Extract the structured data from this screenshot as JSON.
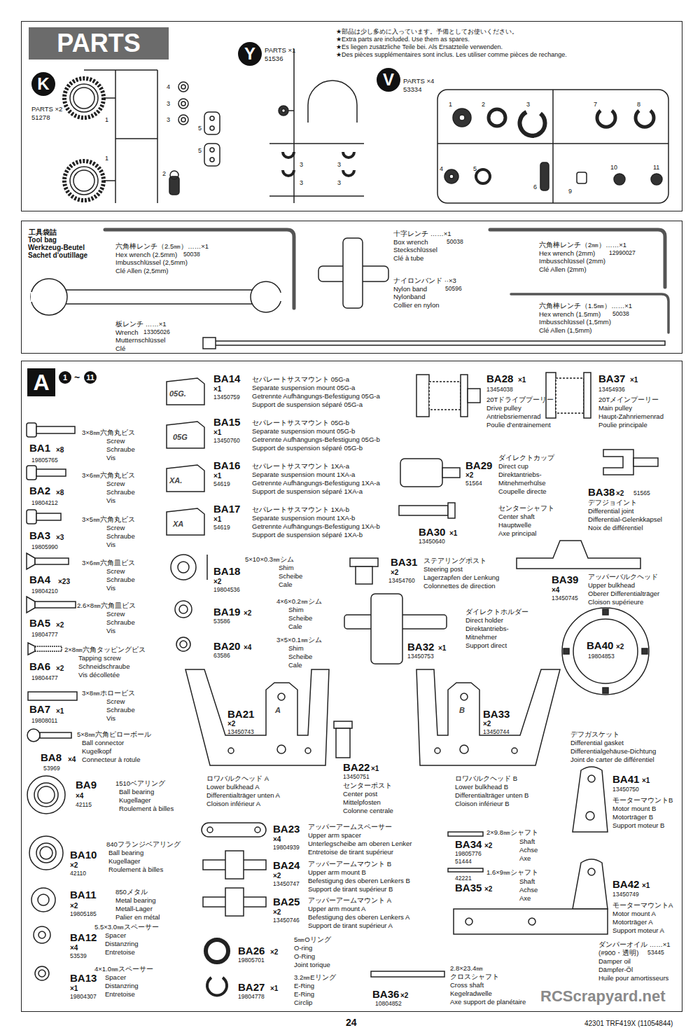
{
  "diagram": {
    "nodes": [
      {
        "text": [
          "PARTS"
        ]
      },
      {
        "text": [
          "工具袋詰"
        ]
      },
      {
        "text": [
          "A"
        ]
      }
    ],
    "labels": [
      "K",
      "PARTS ×2",
      "51278",
      "4",
      "3",
      "3",
      "1",
      "5",
      "5",
      "1",
      "2",
      "Y",
      "PARTS ×1",
      "51536",
      "3",
      "3",
      "3",
      "3",
      "★部品は少し多めに入っています。予備としてお使いください。",
      "★Extra parts are included. Use them as spares.",
      "★Es liegen zusätzliche Teile bei. Als Ersatzteile verwenden.",
      "★Des pièces supplémentaires sont inclus. Les utiliser comme pièces de rechange.",
      "V",
      "PARTS ×4",
      "53334",
      "1",
      "2",
      "3",
      "7",
      "8",
      "4",
      "5",
      "6",
      "9",
      "10",
      "11",
      "Tool bag",
      "Werkzeug-Beutel",
      "Sachet d'outillage",
      "六角棒レンチ（2.5㎜）……×1",
      "Hex wrench (2.5mm)",
      "Imbusschlüssel (2,5mm)",
      "Clé Allen (2,5mm)",
      "50038",
      "板レンチ ……×1",
      "Wrench",
      "Mutternschlüssel",
      "Clé",
      "13305026",
      "十字レンチ ……×1",
      "Box wrench",
      "Steckschlüssel",
      "Clé à tube",
      "50038",
      "ナイロンバンド ··×3",
      "Nylon band",
      "Nylonband",
      "Collier en nylon",
      "50596",
      "六角棒レンチ（2㎜）……×1",
      "Hex wrench (2mm)",
      "Imbusschlüssel (2mm)",
      "Clé Allen (2mm)",
      "12990027",
      "六角棒レンチ（1.5㎜）……×1",
      "Hex wrench (1.5mm)",
      "Imbusschlüssel (1,5mm)",
      "Clé Allen (1,5mm)",
      "50038",
      "1",
      "~",
      "11",
      "3×8㎜六角丸ビス",
      "Screw",
      "Schraube",
      "Vis",
      "BA1",
      "×8",
      "19805765",
      "3×6㎜六角丸ビス",
      "Screw",
      "Schraube",
      "Vis",
      "BA2",
      "×8",
      "19804212",
      "3×5㎜六角丸ビス",
      "Screw",
      "Schraube",
      "Vis",
      "BA3",
      "×3",
      "19805990",
      "3×6㎜六角皿ビス",
      "Screw",
      "Schraube",
      "Vis",
      "BA4",
      "×23",
      "19804210",
      "2.6×8㎜六角皿ビス",
      "Screw",
      "Schraube",
      "Vis",
      "BA5",
      "×2",
      "19804777",
      "2×8㎜六角タッピングビス",
      "Tapping screw",
      "Schneidschraube",
      "Vis décolletée",
      "BA6",
      "×2",
      "19804477",
      "3×8㎜ホロービス",
      "Screw",
      "Schraube",
      "Vis",
      "BA7",
      "×1",
      "19808011",
      "5×8㎜六角ピローボール",
      "Ball connector",
      "Kugelkopf",
      "Connecteur à rotule",
      "BA8",
      "×4",
      "53969",
      "1510ベアリング",
      "Ball bearing",
      "Kugellager",
      "Roulement à billes",
      "BA9",
      "×4",
      "42115",
      "840フランジベアリング",
      "Ball bearing",
      "Kugellager",
      "Roulement à billes",
      "BA10",
      "×2",
      "42110",
      "850メタル",
      "Metal bearing",
      "Metall-Lager",
      "Palier en métal",
      "BA11",
      "×2",
      "19805185",
      "5.5×3.0㎜スペーサー",
      "Spacer",
      "Distanzring",
      "Entretoise",
      "BA12",
      "×4",
      "53539",
      "4×1.0㎜スペーサー",
      "Spacer",
      "Distanzring",
      "Entretoise",
      "BA13",
      "×1",
      "19804307",
      "セパレートサスマウント 05G-a",
      "Separate suspension mount 05G-a",
      "Getrennte Aufhängungs-Befestigung 05G-a",
      "Support de suspension séparé 05G-a",
      "BA14",
      "×1",
      "13450759",
      "05G.",
      "セパレートサスマウント 05G-b",
      "Separate suspension mount 05G-b",
      "Getrennte Aufhängungs-Befestigung 05G-b",
      "Support de suspension séparé 05G-b",
      "BA15",
      "×1",
      "13450760",
      "05G",
      "セパレートサスマウント 1XA-a",
      "Separate suspension mount 1XA-a",
      "Getrennte Aufhängungs-Befestigung 1XA-a",
      "Support de suspension séparé 1XA-a",
      "BA16",
      "×1",
      "54619",
      "XA.",
      "セパレートサスマウント 1XA-b",
      "Separate suspension mount 1XA-b",
      "Getrennte Aufhängungs-Befestigung 1XA-b",
      "Support de suspension séparé 1XA-b",
      "BA17",
      "×1",
      "54619",
      "XA",
      "5×10×0.3㎜シム",
      "Shim",
      "Scheibe",
      "Cale",
      "BA18",
      "×2",
      "19804536",
      "4×6×0.2㎜シム",
      "Shim",
      "Scheibe",
      "Cale",
      "BA19",
      "×2",
      "53586",
      "3×5×0.1㎜シム",
      "Shim",
      "Scheibe",
      "Cale",
      "BA20",
      "×4",
      "63586",
      "ロワバルクヘッド A",
      "Lower bulkhead A",
      "Differentialträger unten A",
      "Cloison inférieur A",
      "BA21",
      "×2",
      "13450743",
      "A",
      "センターポスト",
      "Center post",
      "Mittelpfosten",
      "Colonne centrale",
      "BA22",
      "×1",
      "13450751",
      "ロワバルクヘッド B",
      "Lower bulkhead B",
      "Differentialträger unten B",
      "Cloison inférieur B",
      "BA33",
      "×2",
      "13450744",
      "B",
      "アッパーアームスペーサー",
      "Upper arm spacer",
      "Unterlegscheibe am oberen Lenker",
      "Entretoise de tirant supérieur",
      "BA23",
      "×4",
      "19804939",
      "アッパーアームマウント B",
      "Upper arm mount B",
      "Befestigung des oberen Lenkers B",
      "Support de tirant supérieur B",
      "BA24",
      "×2",
      "13450747",
      "アッパーアームマウント A",
      "Upper arm mount A",
      "Befestigung des oberen Lenkers A",
      "Support de tirant supérieur A",
      "BA25",
      "×2",
      "13450746",
      "5㎜Oリング",
      "O-ring",
      "O-Ring",
      "Joint torique",
      "BA26",
      "×2",
      "19805701",
      "3.2㎜Eリング",
      "E-Ring",
      "E-Ring",
      "Circlip",
      "BA27",
      "×1",
      "19804778",
      "20Tドライブプーリー",
      "Drive pulley",
      "Antriebsriemenrad",
      "Poulie d'entrainement",
      "BA28",
      "×1",
      "13454038",
      "ダイレクトカップ",
      "Direct cup",
      "Direktantriebs-",
      "Mitnehmerhülse",
      "Coupelle directe",
      "BA29",
      "×2",
      "51564",
      "センターシャフト",
      "Center shaft",
      "Hauptwelle",
      "Axe principal",
      "BA30",
      "×1",
      "13450640",
      "ステアリングポスト",
      "Steering post",
      "Lagerzapfen der Lenkung",
      "Colonnettes de direction",
      "BA31",
      "×2",
      "13454760",
      "ダイレクトホルダー",
      "Direct holder",
      "Direktantriebs-",
      "Mitnehmer",
      "Support direct",
      "BA32",
      "×1",
      "13450753",
      "2×9.8㎜シャフト",
      "Shaft",
      "Achse",
      "Axe",
      "BA34",
      "×2",
      "19805776",
      "51444",
      "1.6×9㎜シャフト",
      "Shaft",
      "Achse",
      "Axe",
      "BA35",
      "×2",
      "42221",
      "2.8×23.4㎜",
      "クロスシャフト",
      "Cross shaft",
      "Kegelradwelle",
      "Axe support de planétaire",
      "BA36",
      "×2",
      "10804852",
      "20Tメインプーリー",
      "Main pulley",
      "Haupt-Zahnriemenrad",
      "Poulie principale",
      "BA37",
      "×1",
      "13454936",
      "デフジョイント",
      "Differential joint",
      "Differential-Gelenkkapsel",
      "Noix de différentiel",
      "BA38",
      "×2",
      "51565",
      "アッパーバルクヘッド",
      "Upper bulkhead",
      "Oberer Differentialträger",
      "Cloison supérieure",
      "BA39",
      "×4",
      "13450745",
      "デフガスケット",
      "Differential gasket",
      "Differentialgehäuse-Dichtung",
      "Joint de carter de différentiel",
      "BA40",
      "×2",
      "19804853",
      "モーターマウントB",
      "Motor mount B",
      "Motorträger B",
      "Support moteur B",
      "BA41",
      "×1",
      "13450750",
      "モーターマウントA",
      "Motor mount A",
      "Motorträger A",
      "Support moteur A",
      "BA42",
      "×1",
      "13450749",
      "ダンパーオイル ……×1",
      "(#900・透明)",
      "Damper oil",
      "Dämpfer-Öl",
      "Huile pour amortisseurs",
      "53445",
      "RCScrapyard.net",
      "24",
      "42301 TRF419X (11054844)"
    ]
  }
}
